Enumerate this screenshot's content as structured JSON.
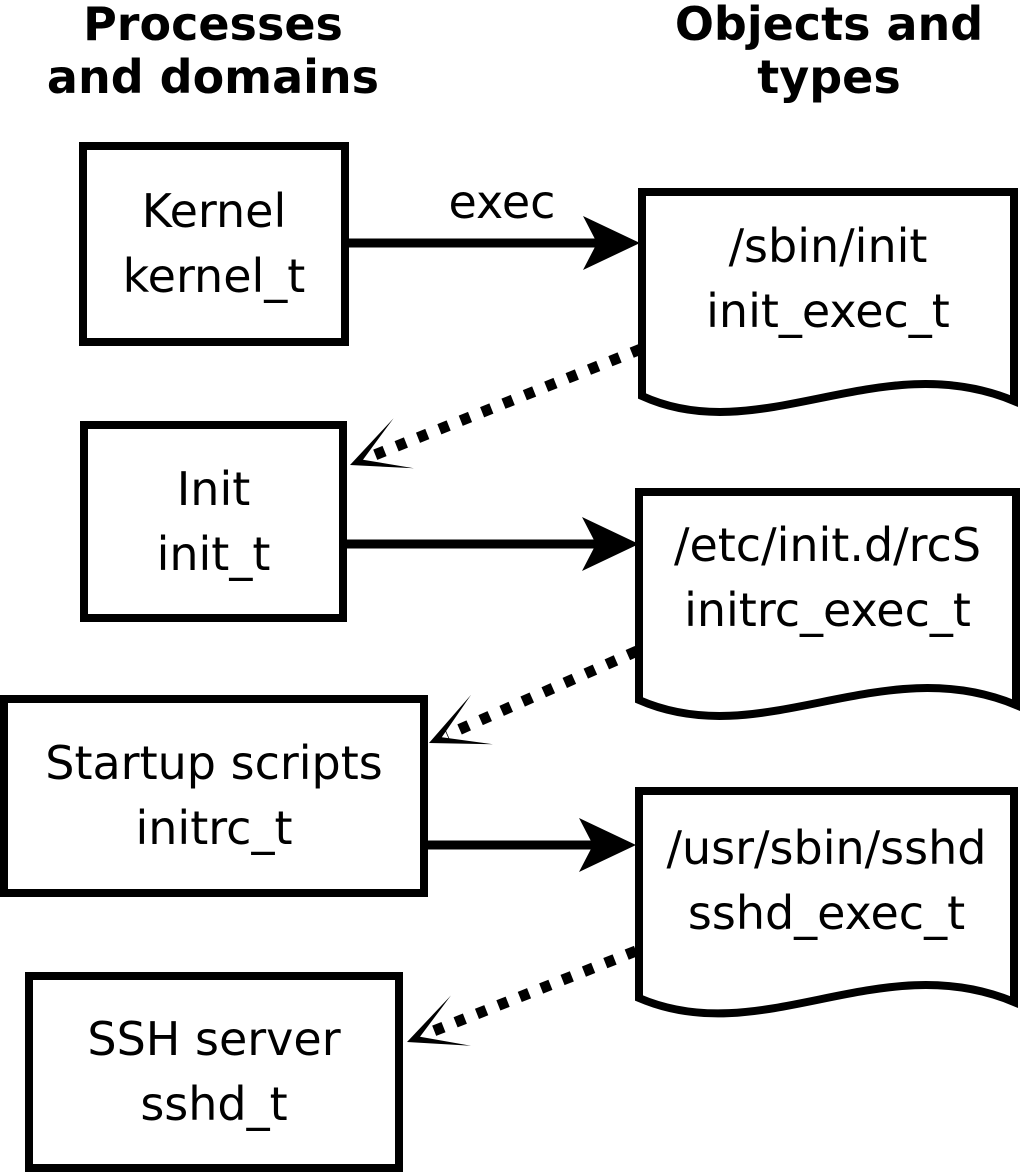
{
  "diagram": {
    "left_column_header": {
      "line1": "Processes",
      "line2": "and domains"
    },
    "right_column_header": {
      "line1": "Objects and",
      "line2": "types"
    },
    "processes": [
      {
        "label": "Kernel",
        "domain": "kernel_t"
      },
      {
        "label": "Init",
        "domain": "init_t"
      },
      {
        "label": "Startup scripts",
        "domain": "initrc_t"
      },
      {
        "label": "SSH server",
        "domain": "sshd_t"
      }
    ],
    "objects": [
      {
        "path": "/sbin/init",
        "type": "init_exec_t"
      },
      {
        "path": "/etc/init.d/rcS",
        "type": "initrc_exec_t"
      },
      {
        "path": "/usr/sbin/sshd",
        "type": "sshd_exec_t"
      }
    ],
    "edges": {
      "exec_label": "exec"
    },
    "colors": {
      "stroke": "#000000",
      "background": "#ffffff"
    }
  }
}
